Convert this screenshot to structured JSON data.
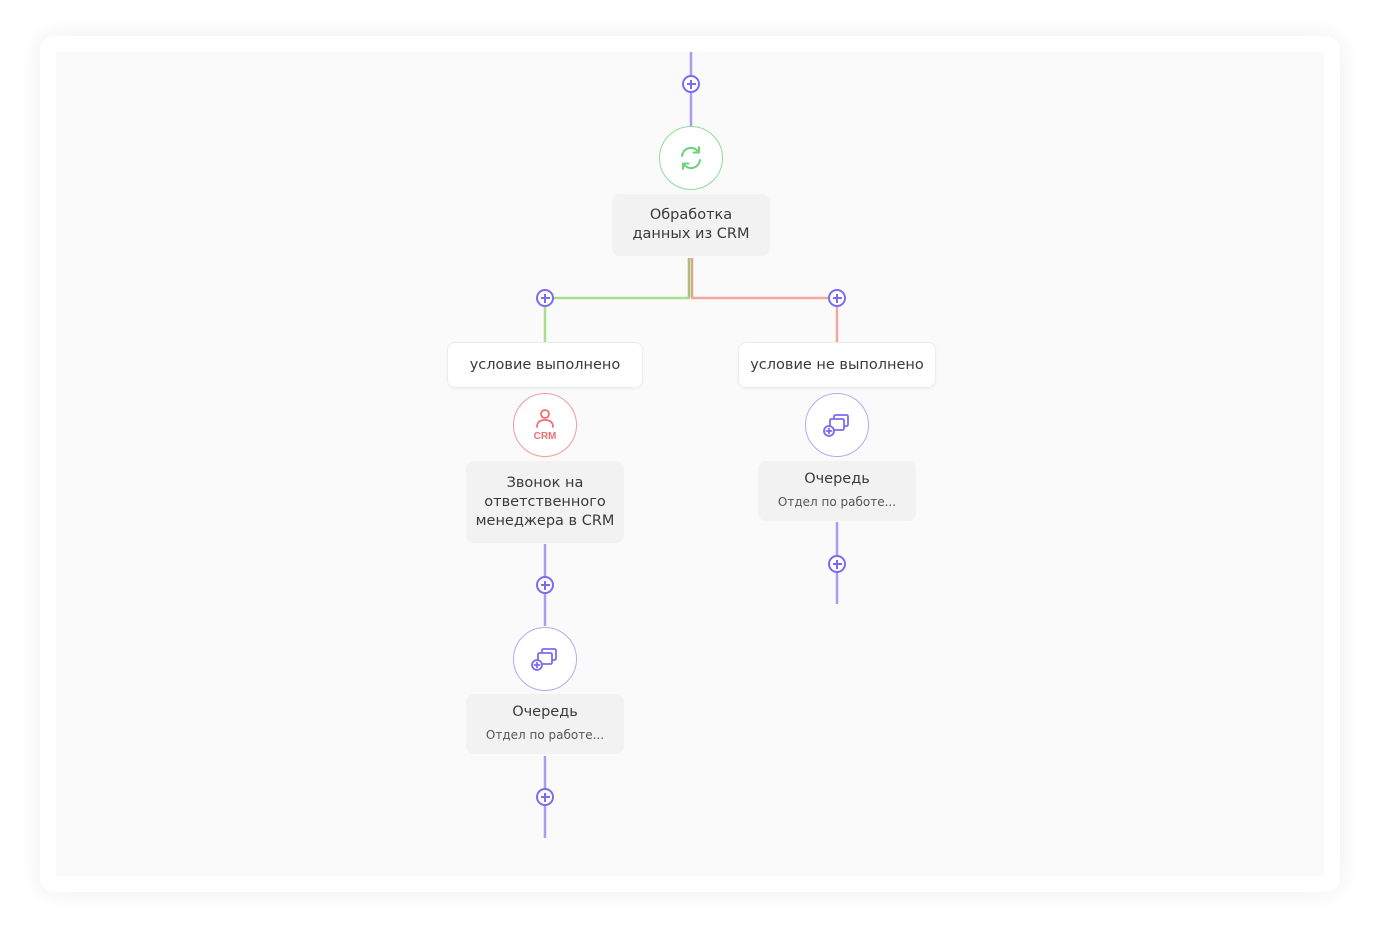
{
  "colors": {
    "connector": "#a99cf3",
    "plus": "#7a6cf0",
    "branch_true": "#a7df8f",
    "branch_false": "#f3a7a0",
    "node_green": "#6dd27d",
    "node_red": "#ef6f6f",
    "node_purple": "#7a6cf0",
    "label_bg": "#f2f2f2"
  },
  "nodes": {
    "crm_processing": {
      "icon": "refresh-icon",
      "title": "Обработка данных из CRM"
    },
    "call_manager": {
      "icon": "crm-person-icon",
      "icon_text": "CRM",
      "title": "Звонок на ответственного менеджера в CRM"
    },
    "queue_left": {
      "icon": "queue-icon",
      "title": "Очередь",
      "subtitle": "Отдел по работе..."
    },
    "queue_right": {
      "icon": "queue-icon",
      "title": "Очередь",
      "subtitle": "Отдел по работе..."
    }
  },
  "branches": {
    "true_label": "условие выполнено",
    "false_label": "условие не выполнено"
  },
  "add_step": {
    "icon": "plus-circle-icon"
  }
}
